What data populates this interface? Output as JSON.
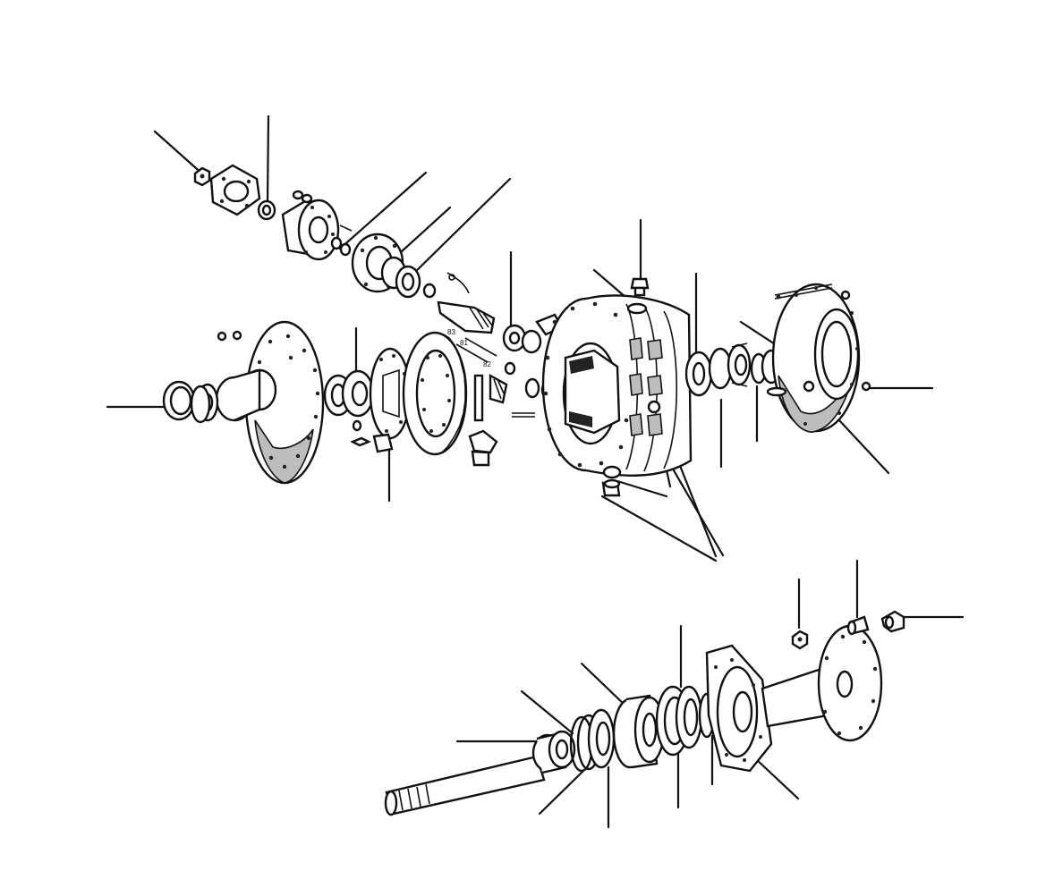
{
  "diagram": {
    "small_labels": [
      "83",
      "81",
      "82"
    ],
    "line_color": "#111111",
    "background": "#ffffff"
  }
}
